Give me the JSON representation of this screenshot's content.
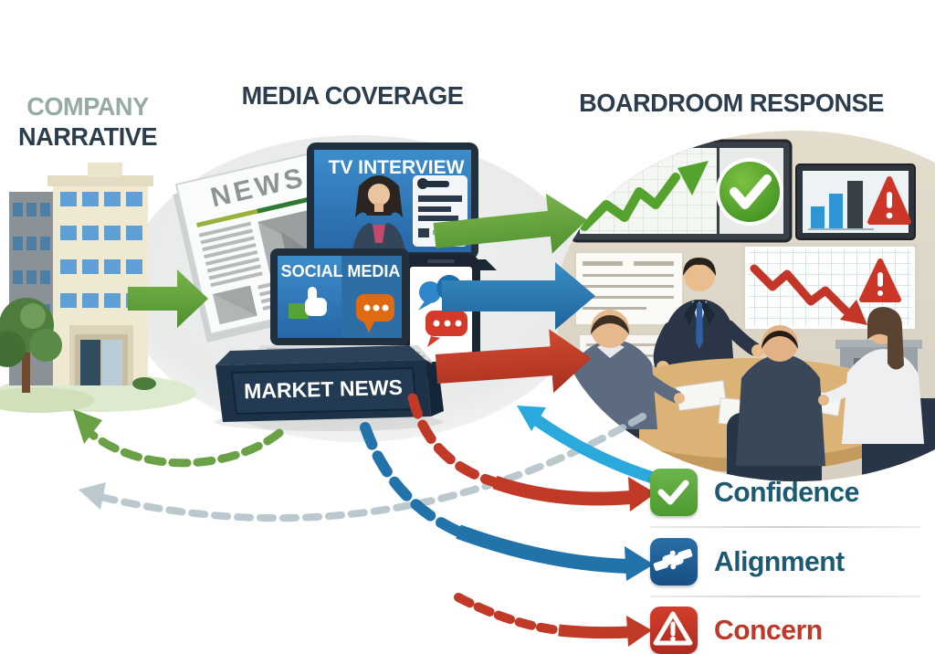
{
  "title": "Company narrative to boardroom response flow",
  "company": {
    "label_line1": "COMPANY",
    "label_line2": "NARRATIVE"
  },
  "media": {
    "heading": "MEDIA COVERAGE",
    "newspaper_label": "NEWS",
    "tv_label": "TV INTERVIEW",
    "social_label": "SOCIAL MEDIA",
    "market_label": "MARKET NEWS"
  },
  "boardroom": {
    "heading": "BOARDROOM RESPONSE"
  },
  "outcomes": [
    {
      "label": "Confidence",
      "icon": "check-icon",
      "icon_bg": "#57a33e",
      "label_color": "#1b5a70"
    },
    {
      "label": "Alignment",
      "icon": "handshake-icon",
      "icon_bg": "#1d5c90",
      "label_color": "#1b5a70"
    },
    {
      "label": "Concern",
      "icon": "warning-icon",
      "icon_bg": "#c9342a",
      "label_color": "#bf392b"
    }
  ],
  "flow_arrows": {
    "company_to_media": "#5f9e35",
    "media_to_boardroom_positive": "#5f9e35",
    "media_to_boardroom_neutral": "#2273aa",
    "media_to_boardroom_negative": "#bf3a26",
    "boardroom_feedback": "#2aa9dc",
    "feedback_to_company_green": "#6aa046",
    "feedback_to_company_gray": "#b4c3c9"
  }
}
